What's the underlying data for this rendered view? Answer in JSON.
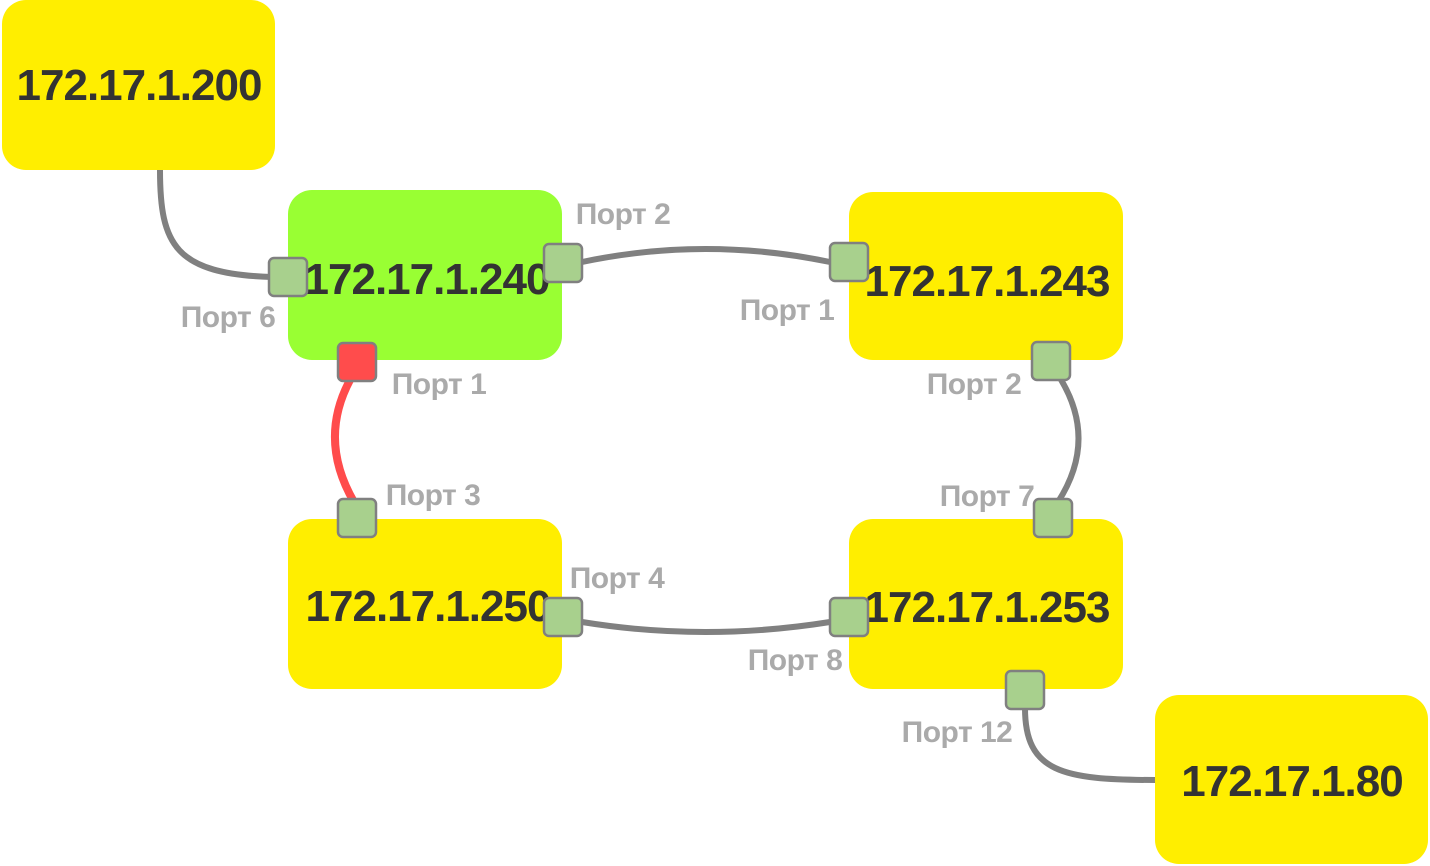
{
  "colors": {
    "node_default": "#ffee00",
    "node_selected": "#99ff33",
    "port_ok": "#a8d08d",
    "port_down": "#ff4c4c",
    "link_ok": "#808080",
    "link_down": "#ff4c4c"
  },
  "nodes": {
    "n200": {
      "label": "172.17.1.200"
    },
    "n240": {
      "label": "172.17.1.240"
    },
    "n243": {
      "label": "172.17.1.243"
    },
    "n250": {
      "label": "172.17.1.250"
    },
    "n253": {
      "label": "172.17.1.253"
    },
    "n80": {
      "label": "172.17.1.80"
    }
  },
  "ports": {
    "p240_6": {
      "label": "Порт 6",
      "status": "up"
    },
    "p240_2": {
      "label": "Порт 2",
      "status": "up"
    },
    "p240_1": {
      "label": "Порт 1",
      "status": "down"
    },
    "p243_1": {
      "label": "Порт 1",
      "status": "up"
    },
    "p243_2": {
      "label": "Порт 2",
      "status": "up"
    },
    "p253_7": {
      "label": "Порт 7",
      "status": "up"
    },
    "p250_3": {
      "label": "Порт 3",
      "status": "up"
    },
    "p250_4": {
      "label": "Порт 4",
      "status": "up"
    },
    "p253_8": {
      "label": "Порт 8",
      "status": "up"
    },
    "p253_12": {
      "label": "Порт 12",
      "status": "up"
    }
  }
}
